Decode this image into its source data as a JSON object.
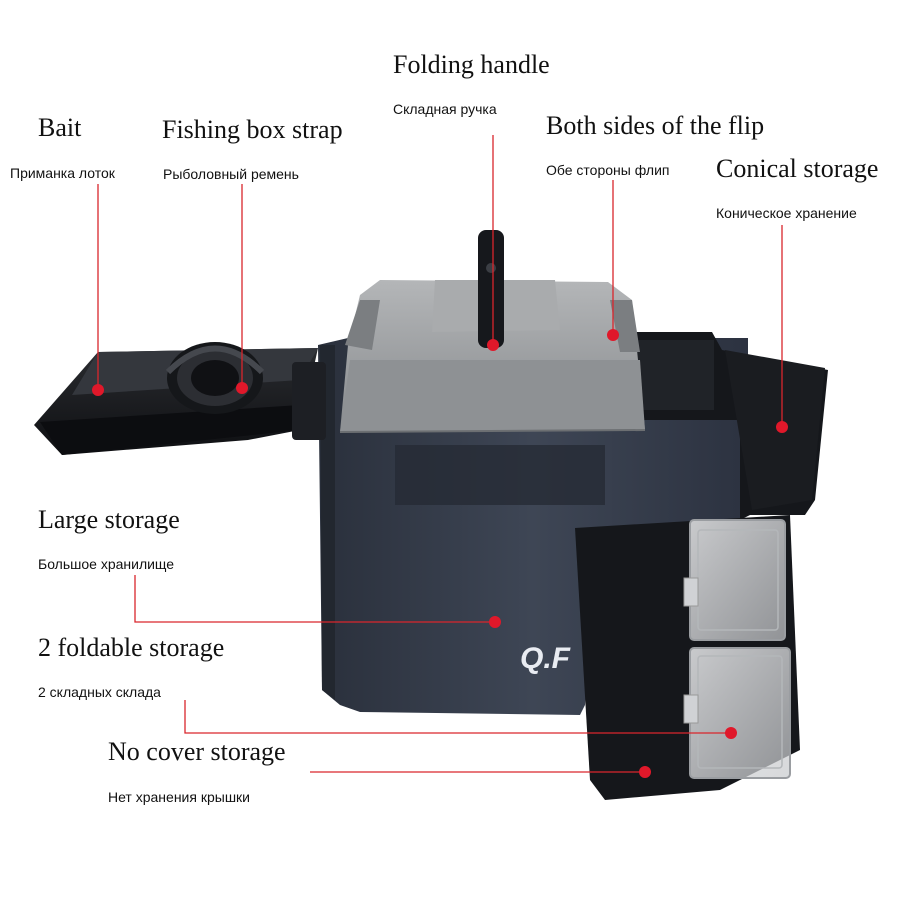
{
  "colors": {
    "leader_line": "#d9262c",
    "dot": "#e0182a",
    "box_body": "#3a4150",
    "lid": "#9a9c9e",
    "tray": "#1c1e22"
  },
  "brand": "Q.F",
  "callouts": [
    {
      "id": "bait",
      "en": "Bait",
      "ru": "Приманка лоток"
    },
    {
      "id": "strap",
      "en": "Fishing box strap",
      "ru": "Рыболовный ремень"
    },
    {
      "id": "handle",
      "en": "Folding handle",
      "ru": "Складная ручка"
    },
    {
      "id": "flip",
      "en": "Both sides of the flip",
      "ru": "Обе стороны флип"
    },
    {
      "id": "conical",
      "en": "Conical storage",
      "ru": "Коническое хранение"
    },
    {
      "id": "large",
      "en": "Large storage",
      "ru": "Большое хранилище"
    },
    {
      "id": "foldable",
      "en": "2 foldable storage",
      "ru": "2 складных склада"
    },
    {
      "id": "nocover",
      "en": "No cover storage",
      "ru": "Нет хранения крышки"
    }
  ]
}
